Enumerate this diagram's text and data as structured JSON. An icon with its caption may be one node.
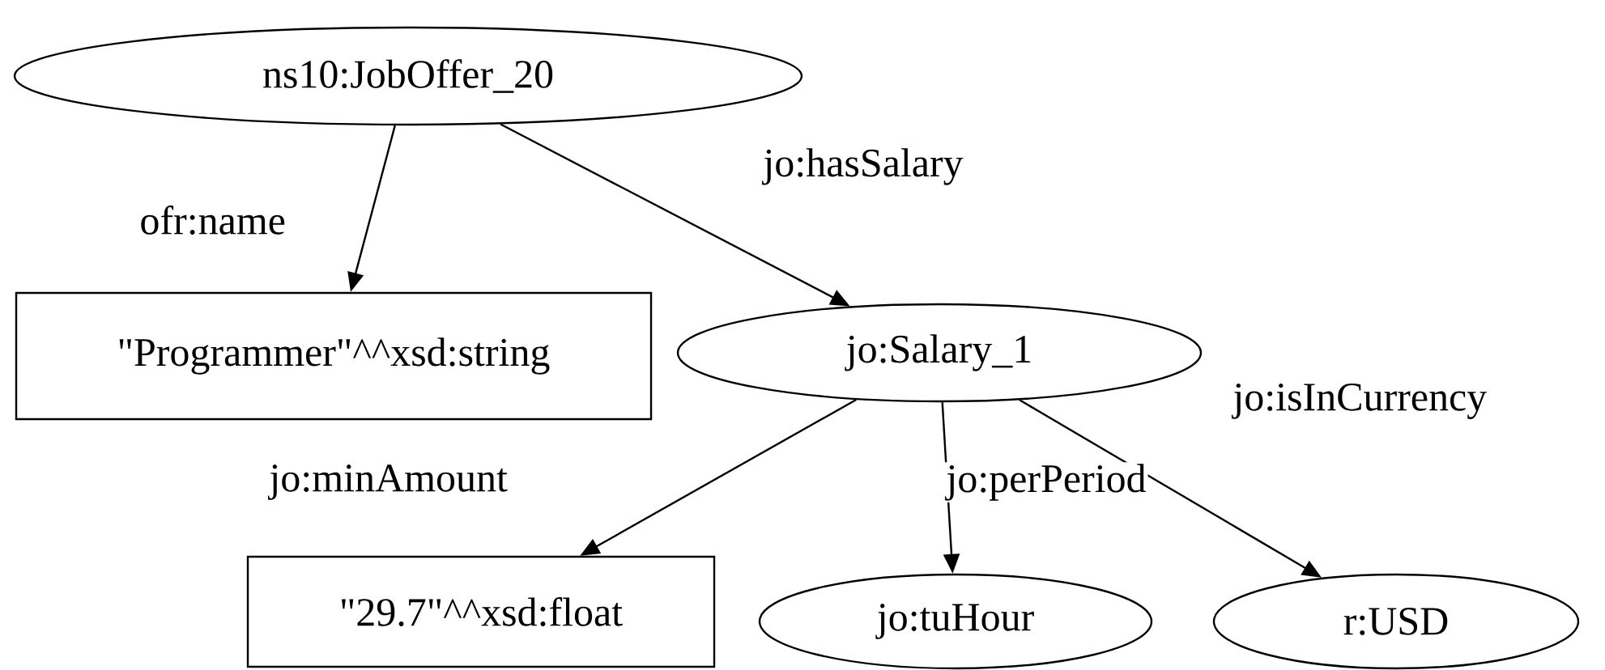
{
  "diagram": {
    "nodes": [
      {
        "text": [
          "ns10:JobOffer_20"
        ]
      },
      {
        "text": [
          "\"Programmer\"^^xsd:string"
        ]
      },
      {
        "text": [
          "jo:Salary_1"
        ]
      },
      {
        "text": [
          "\"29.7\"^^xsd:float"
        ]
      },
      {
        "text": [
          "jo:tuHour"
        ]
      },
      {
        "text": [
          "r:USD"
        ]
      }
    ],
    "edges": [
      {
        "from": 0,
        "to": 1,
        "arrow": "to",
        "label": "ofr:name"
      },
      {
        "from": 0,
        "to": 2,
        "arrow": "to",
        "label": "jo:hasSalary"
      },
      {
        "from": 2,
        "to": 3,
        "arrow": "to",
        "label": "jo:minAmount"
      },
      {
        "from": 2,
        "to": 4,
        "arrow": "to",
        "label": "jo:perPeriod"
      },
      {
        "from": 2,
        "to": 5,
        "arrow": "to",
        "label": "jo:isInCurrency"
      }
    ]
  }
}
